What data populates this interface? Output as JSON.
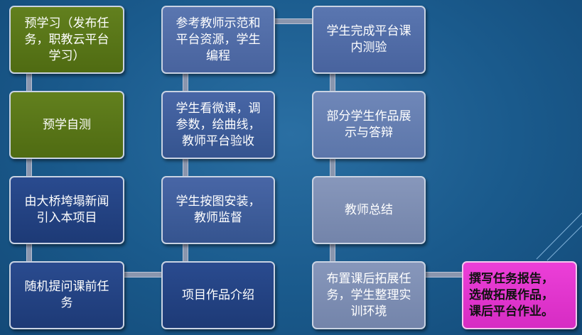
{
  "boxes": {
    "b1": "预学习（发布任\n务，职教云平台\n学习）",
    "b2": "预学自测",
    "b3": "由大桥垮塌新闻\n引入本项目",
    "b4": "随机提问课前任\n务",
    "b5": "参考教师示范和\n平台资源，学生\n编程",
    "b6": "学生看微课，调\n参数，绘曲线，\n教师平台验收",
    "b7": "学生按图安装，\n教师监督",
    "b8": "项目作品介绍",
    "b9": "学生完成平台课\n内测验",
    "b10": "部分学生作品展\n示与答辩",
    "b11": "教师总结",
    "b12": "布置课后拓展任\n务，学生整理实\n训环境",
    "b13": "撰写任务报告，\n选做拓展作品，\n课后平台作业。"
  },
  "colors": {
    "background": "#1a5a8c",
    "green": "#5a7619",
    "navy": "#23428a",
    "blue": "#3f5d9c",
    "slate": "#5c76aa",
    "grey": "#7c8db2",
    "magenta": "#e035cd"
  }
}
